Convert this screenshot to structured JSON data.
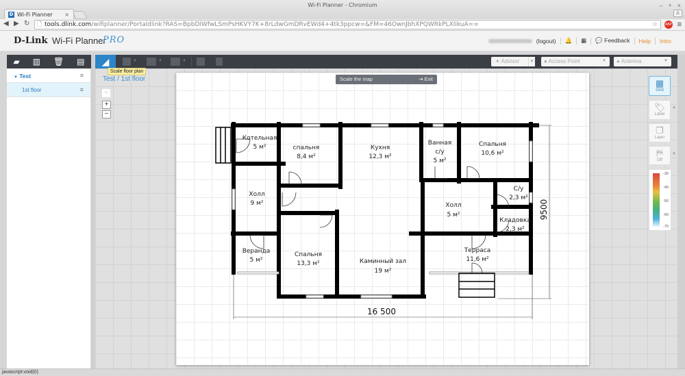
{
  "browser": {
    "window_title": "Wi-Fi Planner - Chromium",
    "tab_title": "Wi-Fi Planner",
    "url_host": "tools.dlink.com",
    "url_rest": "/wifiplanner/Portaldlink?RAS=BpbDIWfwLSmPsHKVY7K+8rLdwGmDRvEWd4+4tk3ppcw=&FM=46OwnJbhXPQWRkPLXlikuA==",
    "ext_badge": "ABP",
    "status_text": "javascript:void(0)"
  },
  "app_header": {
    "brand": "D-Link",
    "product": "Wi-Fi Planner",
    "edition": "PRO",
    "logout": "(logout)",
    "feedback": "Feedback",
    "help": "Help",
    "intro": "Intro"
  },
  "sidebar": {
    "toolbar_icons": [
      "add-project-icon",
      "add-floor-icon",
      "delete-icon",
      "report-icon"
    ],
    "tree": [
      {
        "label": "Test",
        "level": 0,
        "expanded": true
      },
      {
        "label": "1st floor",
        "level": 1,
        "selected": true
      }
    ]
  },
  "main_toolbar": {
    "tooltip": "Scale floor plan",
    "advisor": "Advisor",
    "access_point_placeholder": "Access Point",
    "antenna_placeholder": "Antenna"
  },
  "canvas": {
    "breadcrumb": "Test / 1st floor",
    "zoom_in": "+",
    "zoom_out": "−",
    "scale_bar_label": "Scale the map",
    "scale_bar_exit": "Exit"
  },
  "floor_plan": {
    "rooms": [
      {
        "name": "Котельная",
        "area": "5 м²"
      },
      {
        "name": "спальня",
        "area": "8,4 м²"
      },
      {
        "name": "Кухня",
        "area": "12,3 м²"
      },
      {
        "name": "Ванная с/у",
        "area": "5 м²"
      },
      {
        "name": "Спальня",
        "area": "10,6 м²"
      },
      {
        "name": "Холл",
        "area": "9 м²"
      },
      {
        "name": "С/у",
        "area": "2,3 м²"
      },
      {
        "name": "Холл",
        "area": "5 м²"
      },
      {
        "name": "Кладовка",
        "area": "2,3 м²"
      },
      {
        "name": "Веранда",
        "area": "5 м²"
      },
      {
        "name": "Спальня",
        "area": "13,3 м²"
      },
      {
        "name": "Каминный зал",
        "area": "19 м²"
      },
      {
        "name": "Терраса",
        "area": "11,6 м²"
      }
    ],
    "width_dim": "16 500",
    "height_dim": "9500"
  },
  "right_panel": {
    "grid": "Grid",
    "label": "Label",
    "layer": "Layer",
    "off": "Off",
    "legend_ticks": [
      "-30",
      "-40",
      "-50",
      "-60",
      "-70"
    ]
  },
  "colors": {
    "accent": "#2b85c8",
    "toolbar_bg": "#3b3f45",
    "orange_link": "#e98a2c"
  }
}
